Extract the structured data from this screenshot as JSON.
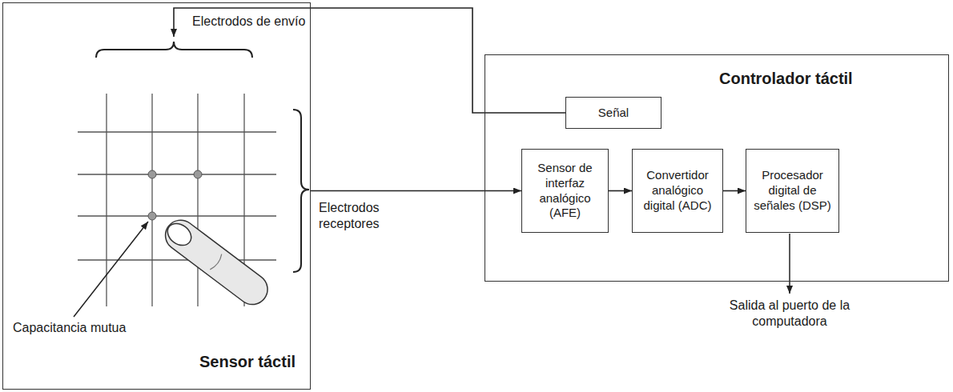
{
  "diagram": {
    "nodes": [
      {
        "text": [
          "Sensor táctil"
        ]
      },
      {
        "text": [
          "Controlador táctil"
        ]
      },
      {
        "text": [
          "Señal"
        ],
        "in": 1
      },
      {
        "text": [
          "Sensor de interfaz analógico (AFE)"
        ],
        "in": 1
      },
      {
        "text": [
          "Convertidor analógico digital (ADC)"
        ],
        "in": 1
      },
      {
        "text": [
          "Procesador digital de señales (DSP)"
        ],
        "in": 1
      }
    ],
    "edges": [
      {
        "from": 2,
        "to": 0,
        "arrow": "to"
      },
      {
        "from": 0,
        "to": 3,
        "arrow": "to"
      },
      {
        "from": 3,
        "to": 4,
        "arrow": "to"
      },
      {
        "from": 4,
        "to": 5,
        "arrow": "to"
      }
    ],
    "labels": [
      "Electrodos de envío",
      "Electrodos receptores",
      "Capacitancia mutua",
      "Salida al puerto de la computadora"
    ]
  }
}
